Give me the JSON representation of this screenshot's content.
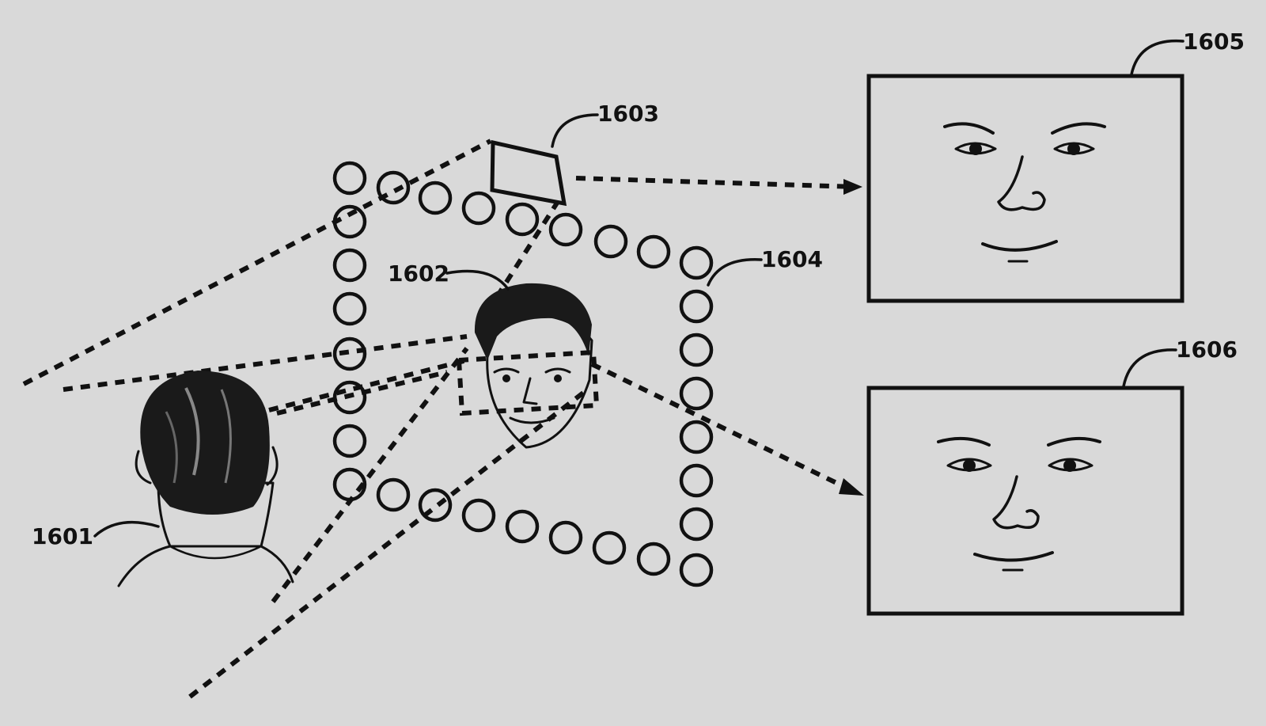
{
  "labels": {
    "observer": "1601",
    "virtual_face": "1602",
    "camera": "1603",
    "light_ring": "1604",
    "display_upper": "1605",
    "display_lower": "1606"
  },
  "colors": {
    "background": "#d9d9d9",
    "ink": "#111111"
  },
  "icons": {
    "observer": "head-back-icon",
    "virtual_face": "face-icon",
    "camera": "camera-icon",
    "ring_element": "circle-icon"
  }
}
